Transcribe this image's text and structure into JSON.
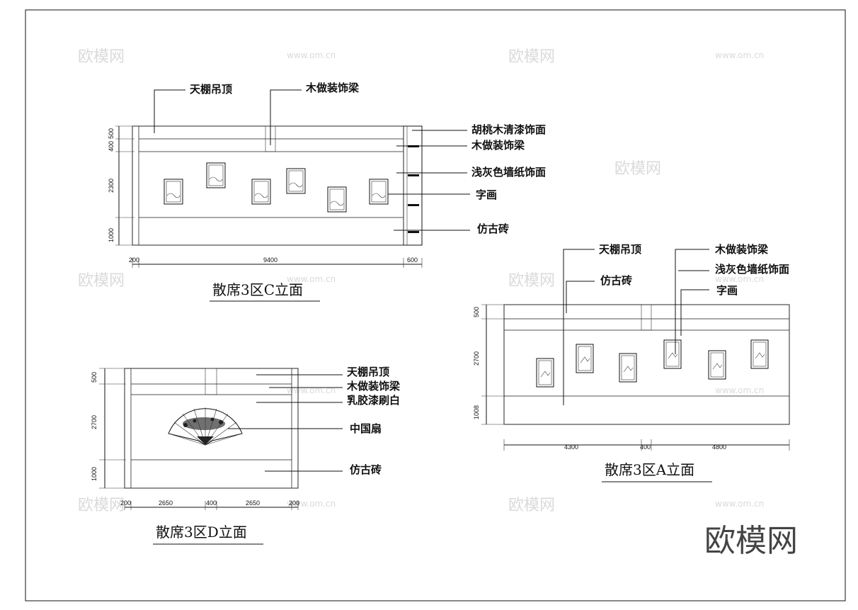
{
  "watermark": {
    "logo": "欧模网",
    "url": "www.om.cn",
    "corner_logo": "欧模网"
  },
  "elevation_c": {
    "title": "散席3区C立面",
    "labels": {
      "ceiling": "天棚吊顶",
      "beam_top": "木做装饰梁",
      "walnut": "胡桃木清漆饰面",
      "beam": "木做装饰梁",
      "wallpaper": "浅灰色墙纸饰面",
      "painting": "字画",
      "brick": "仿古砖"
    },
    "dims_vertical": [
      "500",
      "400",
      "2300",
      "1000"
    ],
    "dims_horizontal": [
      "200",
      "9400",
      "600"
    ]
  },
  "elevation_d": {
    "title": "散席3区D立面",
    "labels": {
      "ceiling": "天棚吊顶",
      "beam": "木做装饰梁",
      "latex": "乳胶漆刷白",
      "fan": "中国扇",
      "brick": "仿古砖"
    },
    "dims_vertical": [
      "500",
      "2700",
      "1000"
    ],
    "dims_horizontal": [
      "200",
      "2650",
      "400",
      "2650",
      "200"
    ]
  },
  "elevation_a": {
    "title": "散席3区A立面",
    "labels": {
      "ceiling": "天棚吊顶",
      "brick": "仿古砖",
      "beam": "木做装饰梁",
      "wallpaper": "浅灰色墙纸饰面",
      "painting": "字画"
    },
    "dims_vertical": [
      "500",
      "2700",
      "1008"
    ],
    "dims_horizontal": [
      "4300",
      "400",
      "4800"
    ]
  }
}
